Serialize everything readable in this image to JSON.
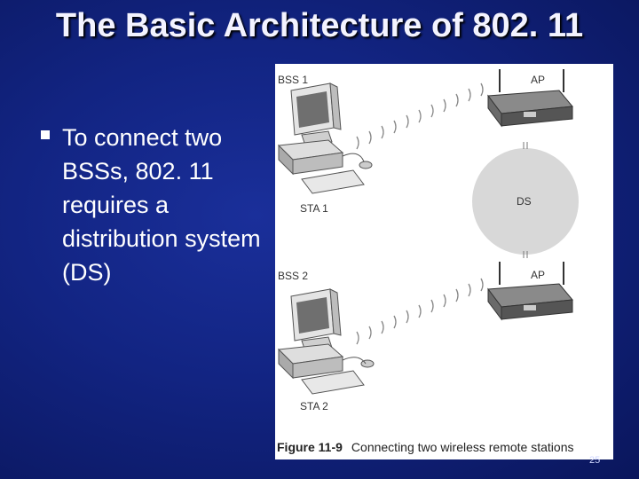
{
  "slide": {
    "title": "The Basic Architecture of 802. 11",
    "bullet": "To connect two BSSs, 802. 11 requires a distribution system (DS)",
    "page_number": "25"
  },
  "figure": {
    "labels": {
      "bss1": "BSS 1",
      "bss2": "BSS 2",
      "ap_top": "AP",
      "ap_bottom": "AP",
      "ds": "DS",
      "sta1": "STA 1",
      "sta2": "STA 2"
    },
    "caption_number": "Figure 11-9",
    "caption_text": "Connecting two wireless remote stations"
  }
}
